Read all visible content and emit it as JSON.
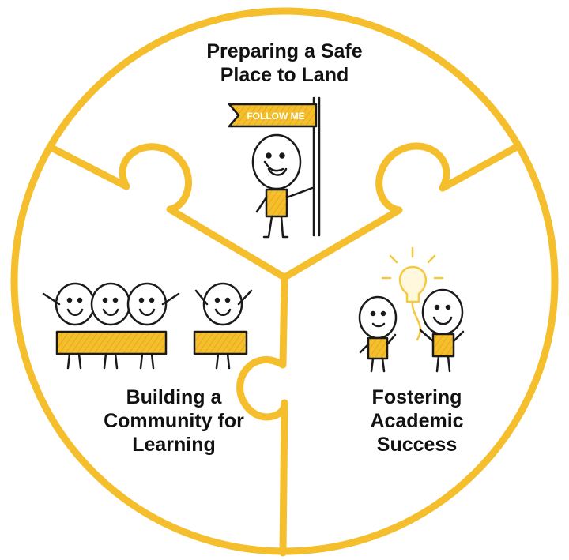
{
  "colors": {
    "accent": "#F5BE2C",
    "outline": "#1a1a1a",
    "background": "#ffffff",
    "bulb_glow": "#F5C842"
  },
  "sections": {
    "top": {
      "line1": "Preparing a Safe",
      "line2": "Place to Land",
      "flag_text": "FOLLOW ME"
    },
    "left": {
      "line1": "Building a",
      "line2": "Community for",
      "line3": "Learning"
    },
    "right": {
      "line1": "Fostering",
      "line2": "Academic",
      "line3": "Success"
    }
  },
  "icons": {
    "top": "stick-figure-with-follow-me-flag-icon",
    "left": "stick-figures-holding-puzzle-pieces-icon",
    "right": "stick-figures-with-lightbulb-idea-icon"
  }
}
